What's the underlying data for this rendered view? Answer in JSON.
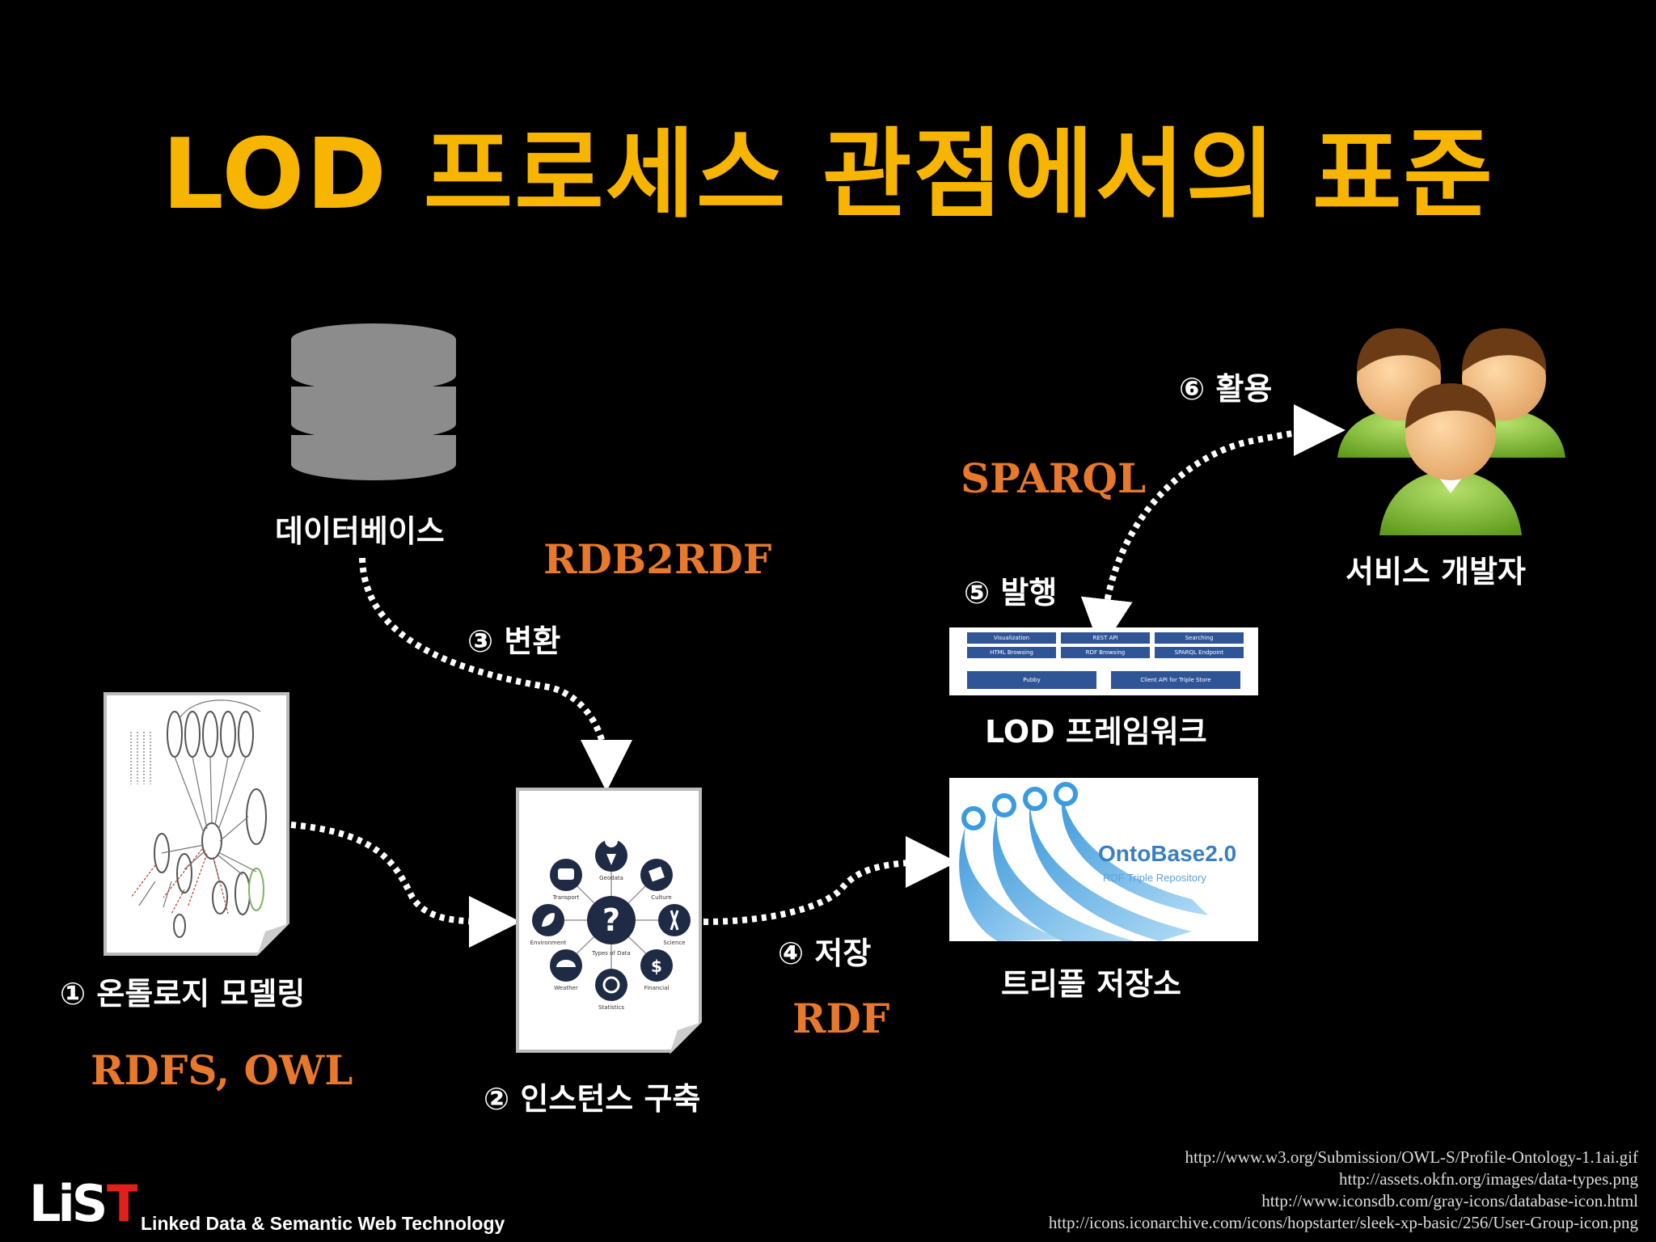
{
  "title": "LOD 프로세스 관점에서의 표준",
  "nodes": {
    "database": "데이터베이스",
    "ontology": "① 온톨로지 모델링",
    "instance": "② 인스턴스 구축",
    "storage": "트리플 저장소",
    "framework": "LOD 프레임워크",
    "developers": "서비스 개발자"
  },
  "steps": {
    "convert": "③ 변환",
    "store": "④ 저장",
    "publish": "⑤ 발행",
    "use": "⑥ 활용"
  },
  "standards": {
    "rdb2rdf": "RDB2RDF",
    "rdfs_owl": "RDFS, OWL",
    "rdf": "RDF",
    "sparql": "SPARQL"
  },
  "ontobase": {
    "name": "OntoBase2.0",
    "subtitle": "RDF Triple Repository"
  },
  "framework_screen": {
    "cells": [
      "Visualization",
      "REST API",
      "Searching",
      "HTML Browsing",
      "RDF Browsing",
      "SPARQL Endpoint",
      "Pubby",
      "Client API for Triple Store"
    ]
  },
  "data_types": {
    "center": "?",
    "center_label": "Types of Data",
    "items": [
      "Geodata",
      "Culture",
      "Science",
      "Financial",
      "Statistics",
      "Weather",
      "Environment",
      "Transport"
    ]
  },
  "references": [
    "http://www.w3.org/Submission/OWL-S/Profile-Ontology-1.1ai.gif",
    "http://assets.okfn.org/images/data-types.png",
    "http://www.iconsdb.com/gray-icons/database-icon.html",
    "http://icons.iconarchive.com/icons/hopstarter/sleek-xp-basic/256/User-Group-icon.png"
  ],
  "brand": {
    "logo": "LiST",
    "tagline": "Linked Data & Semantic Web Technology"
  },
  "colors": {
    "title": "#f7b500",
    "standard": "#e8792c",
    "framework_cell": "#2f5597"
  }
}
